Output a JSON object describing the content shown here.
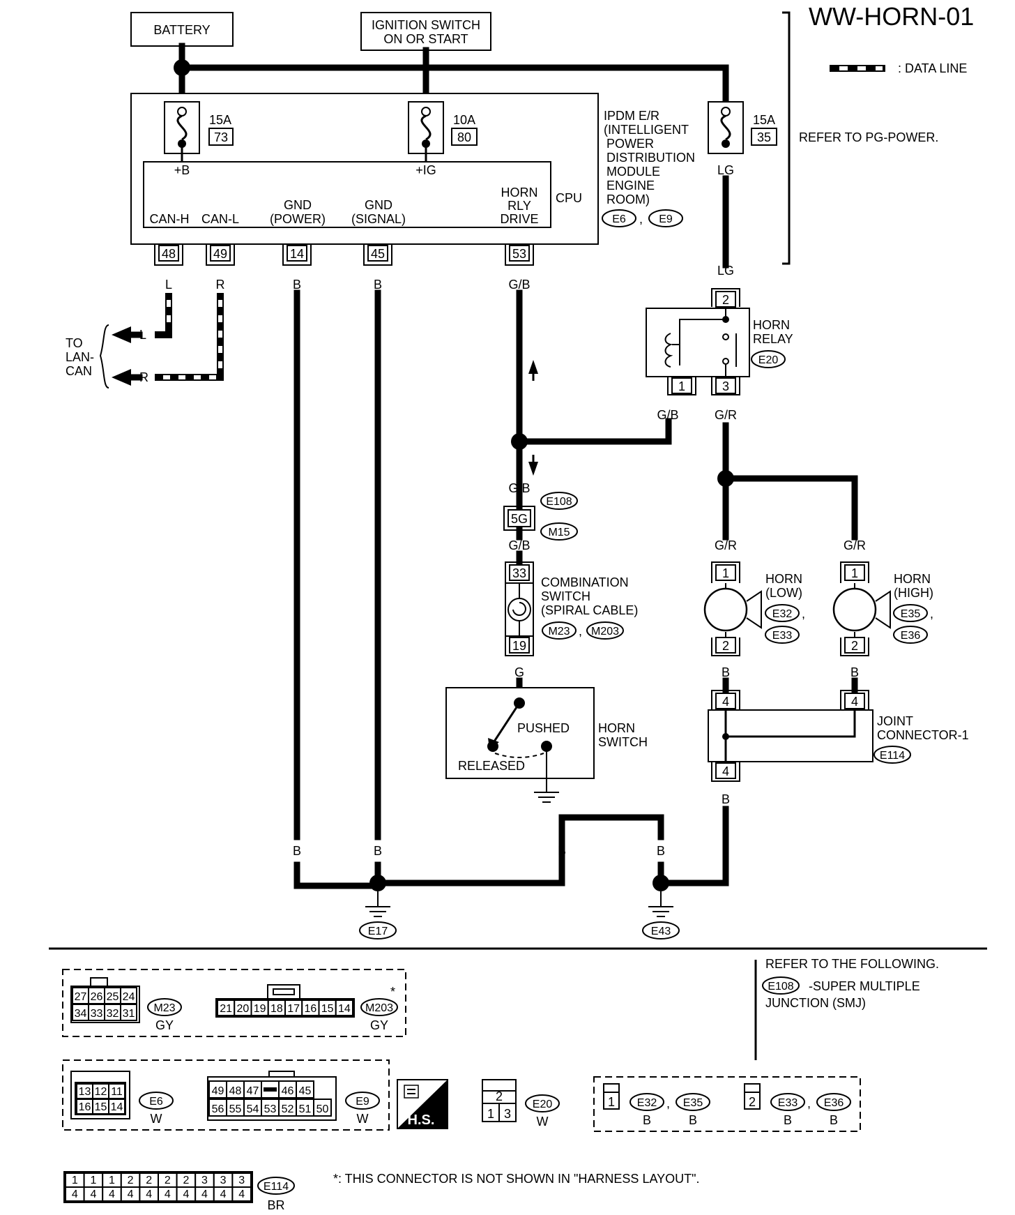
{
  "page": {
    "code": "WW-HORN-01"
  },
  "legend": {
    "data_line": ": DATA LINE"
  },
  "refer_pg": "REFER TO PG-POWER.",
  "power": {
    "battery": "BATTERY",
    "ign_line1": "IGNITION SWITCH",
    "ign_line2": "ON OR START"
  },
  "ipdm": {
    "lines": [
      "IPDM E/R",
      "(INTELLIGENT",
      "POWER",
      "DISTRIBUTION",
      "MODULE",
      "ENGINE",
      "ROOM)"
    ],
    "connectors": [
      "E6",
      "E9"
    ],
    "cpu": "CPU",
    "fuses": [
      {
        "amp": "15A",
        "num": "73",
        "term": "+B"
      },
      {
        "amp": "10A",
        "num": "80",
        "term": "+IG"
      },
      {
        "amp": "15A",
        "num": "35",
        "term": "LG"
      }
    ],
    "terminals": [
      {
        "label1": "",
        "label2": "CAN-H",
        "pin": "48",
        "wire": "L"
      },
      {
        "label1": "",
        "label2": "CAN-L",
        "pin": "49",
        "wire": "R"
      },
      {
        "label1": "GND",
        "label2": "(POWER)",
        "pin": "14",
        "wire": "B"
      },
      {
        "label1": "GND",
        "label2": "(SIGNAL)",
        "pin": "45",
        "wire": "B"
      },
      {
        "label1": "HORN",
        "label2": "RLY",
        "label3": "DRIVE",
        "pin": "53",
        "wire": "G/B"
      }
    ]
  },
  "lan": {
    "line1": "TO",
    "line2": "LAN-",
    "line3": "CAN",
    "l": "L",
    "r": "R"
  },
  "relay": {
    "name1": "HORN",
    "name2": "RELAY",
    "conn": "E20",
    "pin_top": "2",
    "pin_bl": "1",
    "pin_br": "3",
    "wire_in": "LG",
    "wire_out1": "G/B",
    "wire_out2": "G/R"
  },
  "smj": {
    "wire_top": "G/B",
    "conn_top": "E108",
    "pin": "5G",
    "conn_bot": "M15",
    "wire_bot": "G/B"
  },
  "combo": {
    "line1": "COMBINATION",
    "line2": "SWITCH",
    "line3": "(SPIRAL CABLE)",
    "conns": [
      "M23",
      "M203"
    ],
    "pin_top": "33",
    "pin_bot": "19",
    "wire": "G"
  },
  "horn_switch": {
    "name1": "HORN",
    "name2": "SWITCH",
    "pushed": "PUSHED",
    "released": "RELEASED"
  },
  "horn_low": {
    "name1": "HORN",
    "name2": "(LOW)",
    "conns": [
      "E32",
      "E33"
    ],
    "pin1": "1",
    "pin2": "2",
    "wire_in": "G/R",
    "wire_out": "B"
  },
  "horn_high": {
    "name1": "HORN",
    "name2": "(HIGH)",
    "conns": [
      "E35",
      "E36"
    ],
    "pin1": "1",
    "pin2": "2",
    "wire_in": "G/R",
    "wire_out": "B"
  },
  "joint": {
    "name1": "JOINT",
    "name2": "CONNECTOR-1",
    "conn": "E114",
    "pin_a": "4",
    "pin_b": "4",
    "pin_c": "4",
    "wire": "B"
  },
  "grounds": {
    "e17": "E17",
    "e43": "E43",
    "wire": "B"
  },
  "refer_box": {
    "title": "REFER TO THE FOLLOWING.",
    "conn": "E108",
    "desc1": "-SUPER MULTIPLE",
    "desc2": "JUNCTION (SMJ)"
  },
  "connector_views": {
    "m23": {
      "name": "M23",
      "color": "GY",
      "row1": [
        "27",
        "26",
        "25",
        "24"
      ],
      "row2": [
        "34",
        "33",
        "32",
        "31"
      ]
    },
    "m203": {
      "name": "M203",
      "color": "GY",
      "star": "*",
      "pins": [
        "21",
        "20",
        "19",
        "18",
        "17",
        "16",
        "15",
        "14"
      ]
    },
    "e6": {
      "name": "E6",
      "color": "W",
      "row1": [
        "13",
        "12",
        "11"
      ],
      "row2": [
        "16",
        "15",
        "14"
      ]
    },
    "e9": {
      "name": "E9",
      "color": "W",
      "row1": [
        "49",
        "48",
        "47",
        "",
        "46",
        "45"
      ],
      "row2": [
        "56",
        "55",
        "54",
        "53",
        "52",
        "51",
        "50"
      ]
    },
    "hs": "H.S.",
    "e20": {
      "name": "E20",
      "color": "W",
      "top": "2",
      "bot": [
        "1",
        "3"
      ]
    },
    "e32": {
      "name": "E32",
      "color": "B",
      "pin": "1"
    },
    "e35": {
      "name": "E35",
      "color": "B"
    },
    "e33": {
      "name": "E33",
      "color": "B",
      "pin": "2"
    },
    "e36": {
      "name": "E36",
      "color": "B"
    },
    "e114": {
      "name": "E114",
      "color": "BR",
      "row1": [
        "1",
        "1",
        "1",
        "2",
        "2",
        "2",
        "2",
        "3",
        "3",
        "3"
      ],
      "row2": [
        "4",
        "4",
        "4",
        "4",
        "4",
        "4",
        "4",
        "4",
        "4",
        "4"
      ]
    }
  },
  "footnote": "*: THIS CONNECTOR IS NOT SHOWN IN \"HARNESS LAYOUT\"."
}
